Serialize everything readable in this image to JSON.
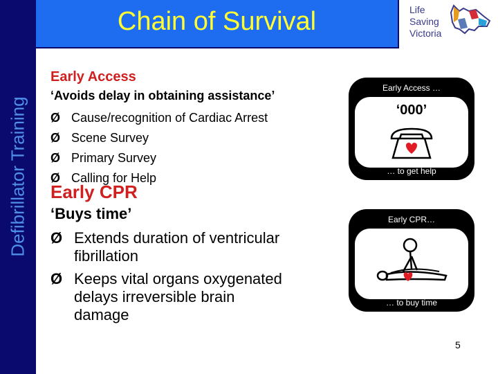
{
  "sidebar": {
    "text": "Defibrillator Training"
  },
  "header": {
    "title": "Chain of Survival"
  },
  "logo": {
    "line1": "Life",
    "line2": "Saving",
    "line3": "Victoria"
  },
  "left": {
    "early_access": {
      "heading": "Early Access",
      "quote": "‘Avoids delay in obtaining assistance’",
      "bullets": [
        "Cause/recognition of Cardiac Arrest",
        "Scene Survey",
        "Primary Survey",
        "Calling for Help"
      ]
    },
    "early_cpr": {
      "heading": "Early CPR",
      "quote": "‘Buys time’",
      "bullets": [
        {
          "line1": "Extends duration of ventricular",
          "line2": "fibrillation"
        },
        {
          "line1": "Keeps vital organs oxygenated",
          "line2": "delays irreversible brain",
          "line3": "damage"
        }
      ]
    }
  },
  "panels": {
    "access": {
      "top_label": "Early Access …",
      "number": "‘000’",
      "bottom_label": "… to get help"
    },
    "cpr": {
      "top_label": "Early CPR…",
      "bottom_label": "… to buy time"
    }
  },
  "colors": {
    "sidebar": "#0a0a6e",
    "title_bg": "#1e6df0",
    "title_text": "#ffff33",
    "heading_red": "#d01f1f",
    "heart": "#e01b24"
  },
  "icons": {
    "phone": "telephone-icon",
    "cpr": "cpr-figure-icon",
    "heart": "heart-icon",
    "map": "victoria-map-icon"
  },
  "footer": {
    "page_number": "5"
  }
}
